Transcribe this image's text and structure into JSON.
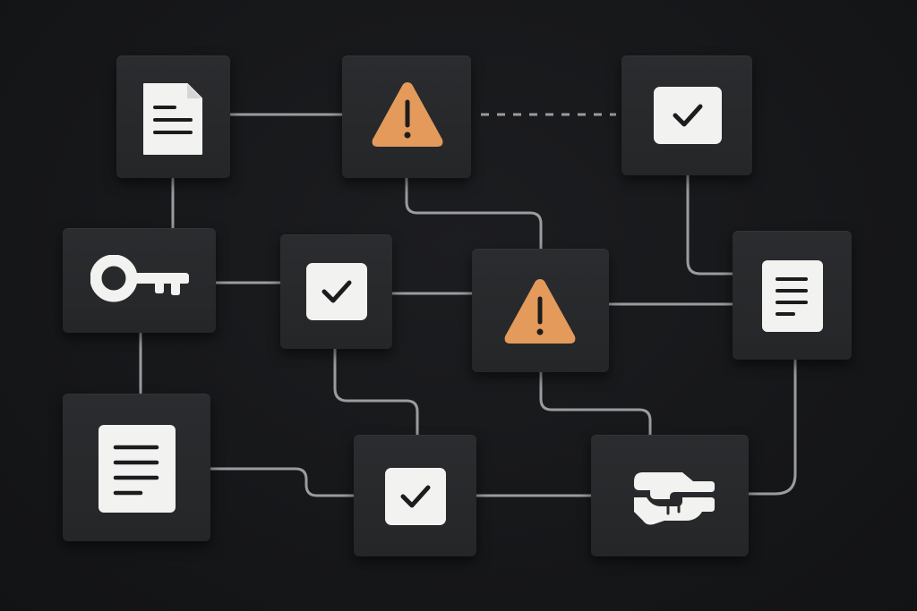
{
  "diagram": {
    "colors": {
      "background": "#161719",
      "node": "#2a2b2e",
      "wire": "#9a9ca0",
      "glyph": "#f2f2f0",
      "warning": "#e39a5a",
      "ink": "#1c1c1e"
    },
    "nodes": [
      {
        "id": "doc-top-left",
        "icon": "document-icon"
      },
      {
        "id": "warning-top",
        "icon": "warning-icon"
      },
      {
        "id": "check-top-right",
        "icon": "checkmark-icon"
      },
      {
        "id": "key-left",
        "icon": "key-icon"
      },
      {
        "id": "check-center",
        "icon": "checkmark-icon"
      },
      {
        "id": "warning-center",
        "icon": "warning-icon"
      },
      {
        "id": "doc-right",
        "icon": "document-icon"
      },
      {
        "id": "doc-bottom-left",
        "icon": "document-icon"
      },
      {
        "id": "check-bottom",
        "icon": "checkmark-icon"
      },
      {
        "id": "handshake-bottom-right",
        "icon": "handshake-icon"
      }
    ],
    "connections": [
      {
        "from": "doc-top-left",
        "to": "warning-top",
        "style": "solid"
      },
      {
        "from": "warning-top",
        "to": "check-top-right",
        "style": "dashed"
      },
      {
        "from": "doc-top-left",
        "to": "key-left",
        "style": "solid"
      },
      {
        "from": "warning-top",
        "to": "warning-center",
        "style": "solid"
      },
      {
        "from": "check-top-right",
        "to": "doc-right",
        "style": "solid"
      },
      {
        "from": "key-left",
        "to": "check-center",
        "style": "solid"
      },
      {
        "from": "check-center",
        "to": "warning-center",
        "style": "solid"
      },
      {
        "from": "warning-center",
        "to": "doc-right",
        "style": "solid"
      },
      {
        "from": "key-left",
        "to": "doc-bottom-left",
        "style": "solid"
      },
      {
        "from": "check-center",
        "to": "check-bottom",
        "style": "solid"
      },
      {
        "from": "warning-center",
        "to": "handshake-bottom-right",
        "style": "solid"
      },
      {
        "from": "doc-right",
        "to": "handshake-bottom-right",
        "style": "solid"
      },
      {
        "from": "doc-bottom-left",
        "to": "check-bottom",
        "style": "solid"
      },
      {
        "from": "check-bottom",
        "to": "handshake-bottom-right",
        "style": "solid"
      }
    ]
  }
}
